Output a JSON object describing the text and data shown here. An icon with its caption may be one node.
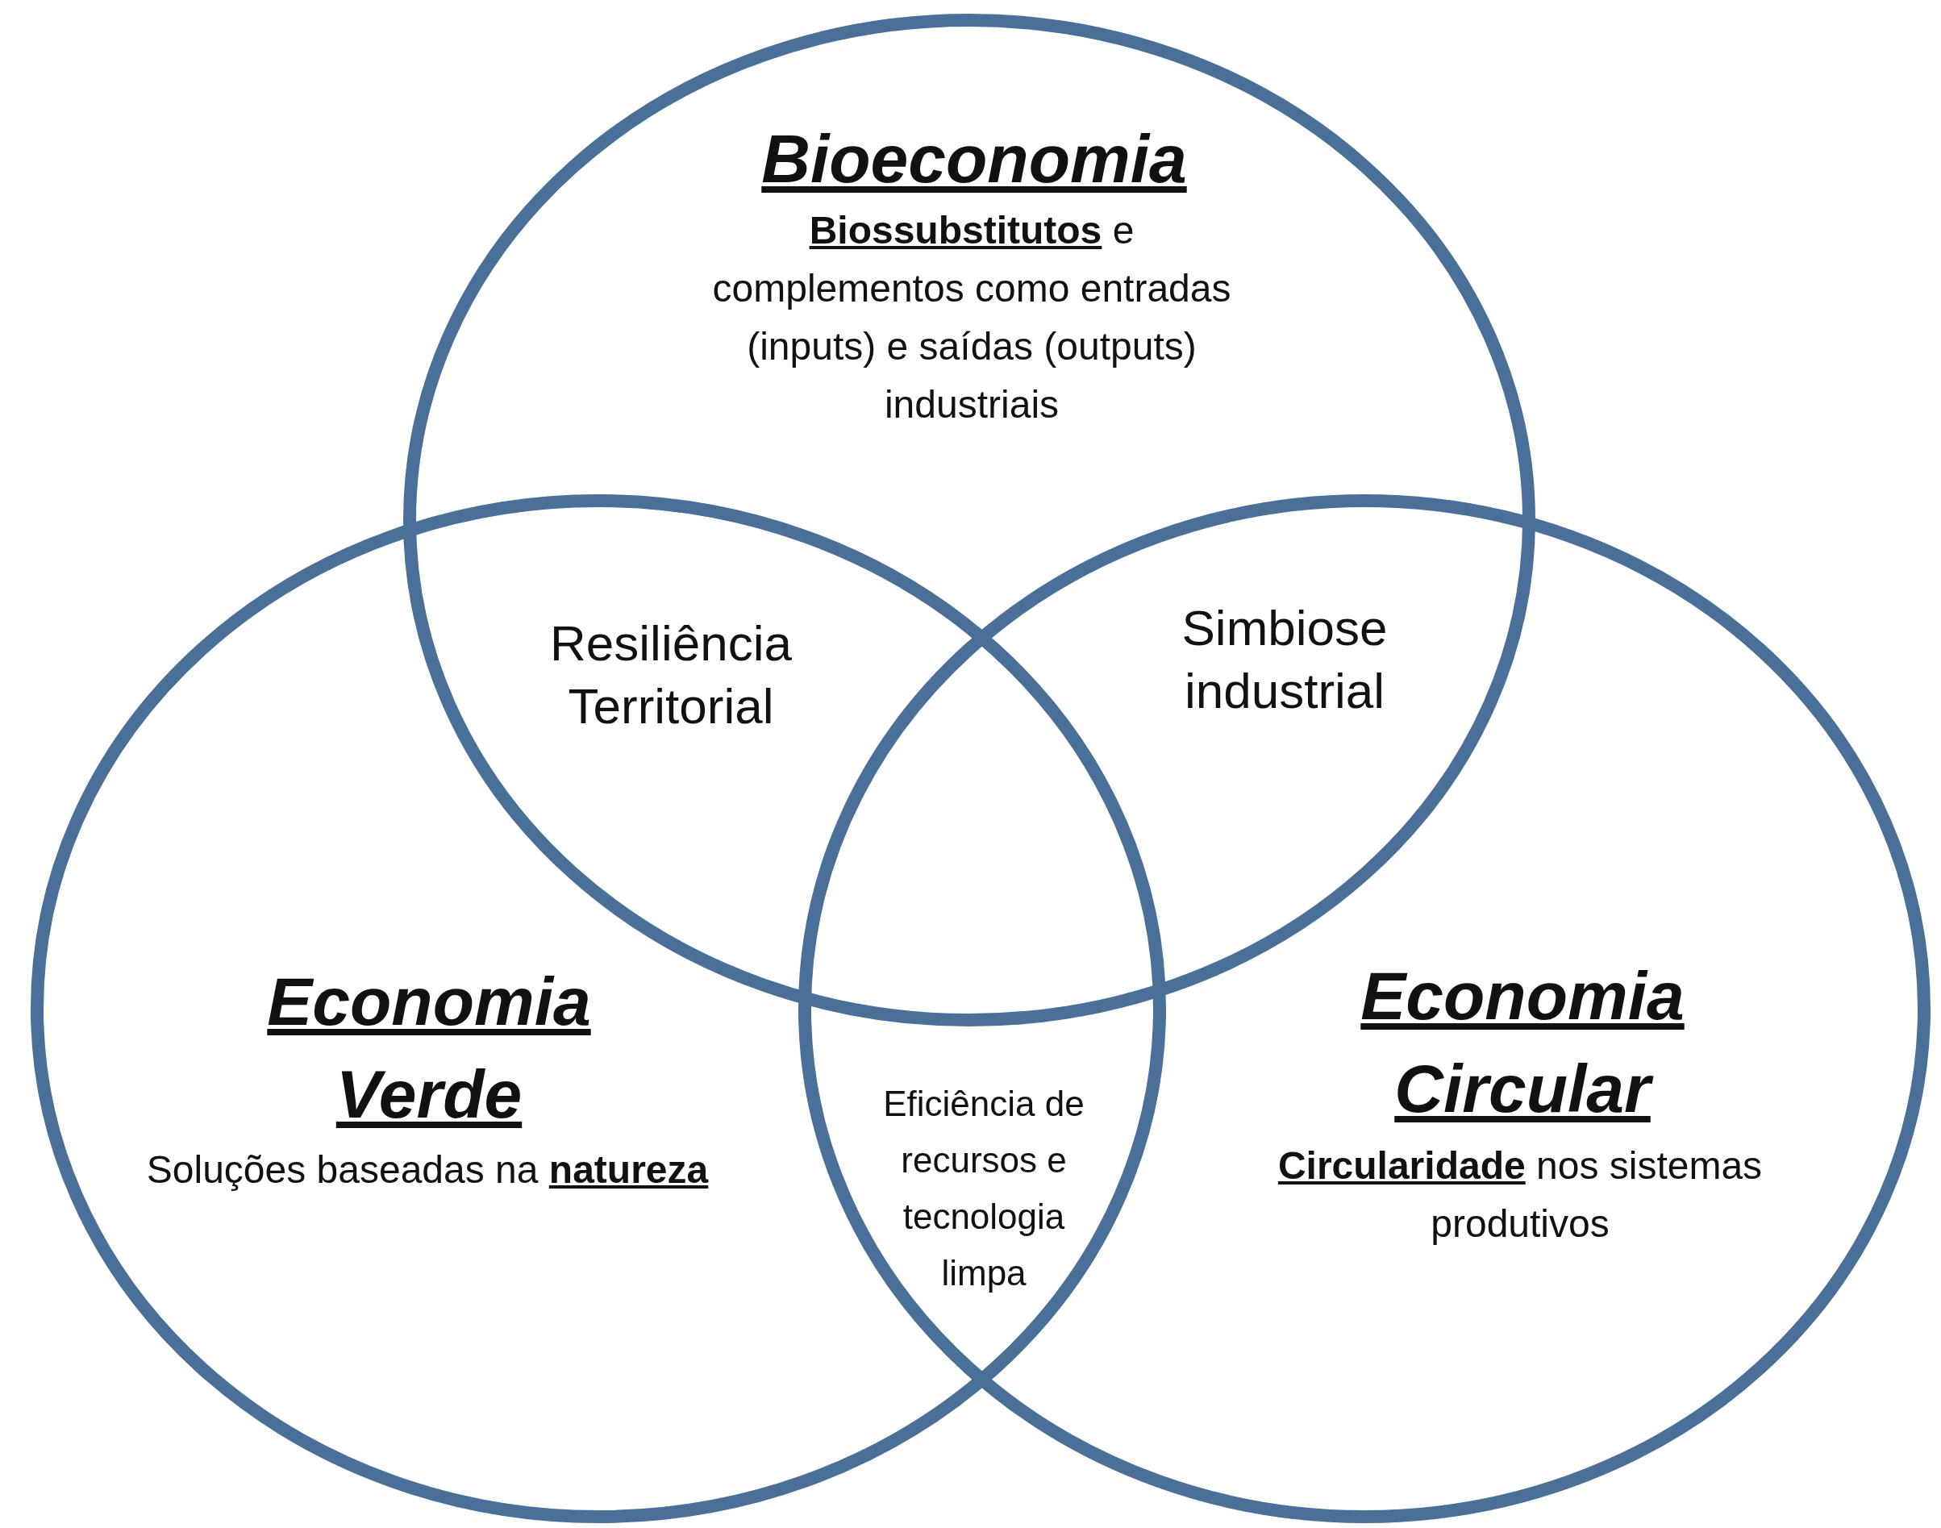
{
  "diagram": {
    "nodes": [
      {
        "text": [
          "Bioeconomia",
          "**Biossubstitutos** e complementos como entradas (inputs) e saídas (outputs) industriais"
        ]
      },
      {
        "text": [
          "Economia Verde",
          "Soluções baseadas na **natureza**"
        ]
      },
      {
        "text": [
          "Economia Circular",
          "**Circularidade** nos sistemas produtivos"
        ]
      }
    ],
    "labels": [
      "Resiliência Territorial",
      "Simbiose industrial",
      "Eficiência de recursos e tecnologia limpa"
    ]
  }
}
